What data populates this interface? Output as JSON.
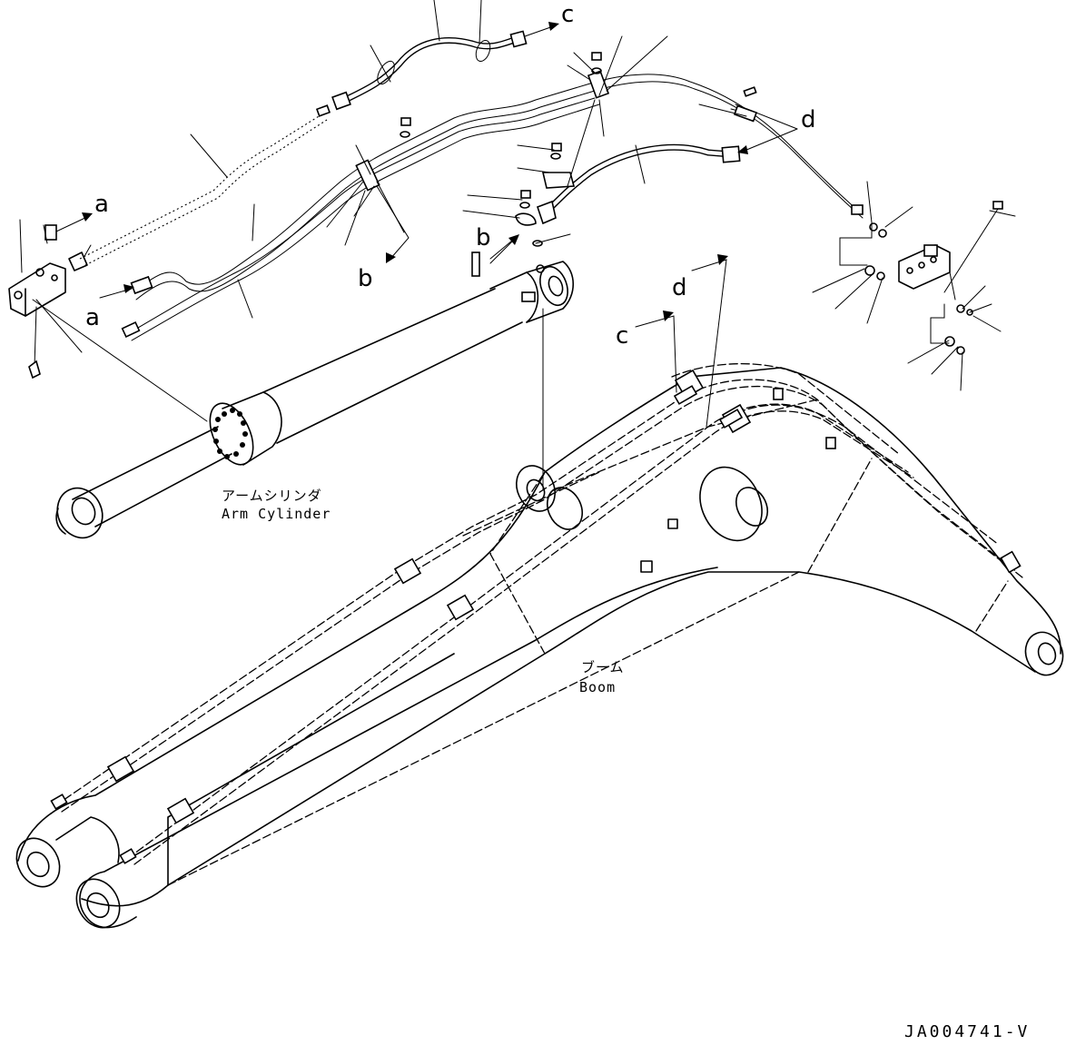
{
  "callouts": {
    "a": "a",
    "b": "b",
    "c": "c",
    "d": "d"
  },
  "components": {
    "arm_cylinder_jp": "アームシリンダ",
    "arm_cylinder_en": "Arm Cylinder",
    "boom_jp": "ブーム",
    "boom_en": "Boom"
  },
  "drawing_code": "JA004741-V"
}
